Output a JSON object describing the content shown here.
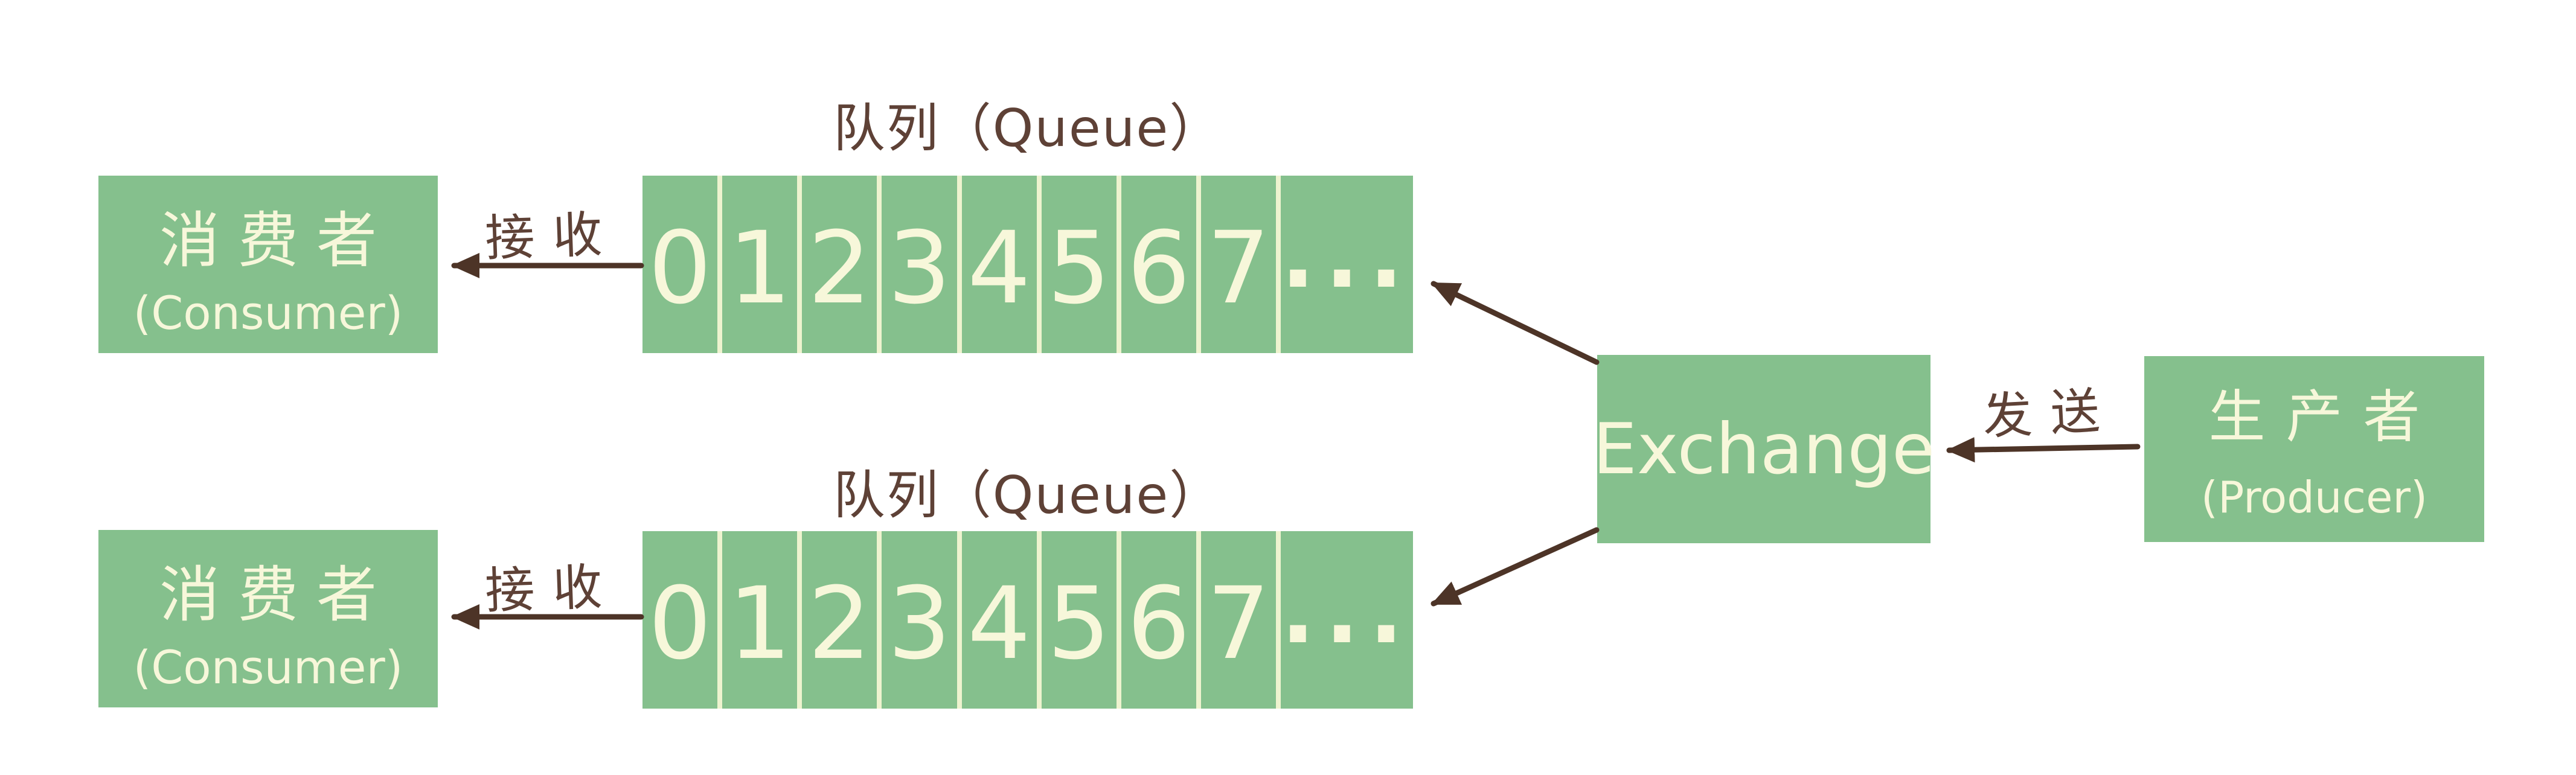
{
  "colors": {
    "green": "#85c08d",
    "cream": "#f7f7da",
    "divider": "#eef3cf",
    "label_brown": "#5e4136",
    "arrow_brown": "#4d3427",
    "bg": "#ffffff"
  },
  "consumer_top": {
    "title": "消费者",
    "subtitle": "(Consumer)"
  },
  "consumer_bottom": {
    "title": "消费者",
    "subtitle": "(Consumer)"
  },
  "queue_top": {
    "caption": "队列（Queue）",
    "cells": [
      "0",
      "1",
      "2",
      "3",
      "4",
      "5",
      "6",
      "7",
      "..."
    ]
  },
  "queue_bottom": {
    "caption": "队列（Queue）",
    "cells": [
      "0",
      "1",
      "2",
      "3",
      "4",
      "5",
      "6",
      "7",
      "..."
    ]
  },
  "exchange": {
    "label": "Exchange"
  },
  "producer": {
    "title": "生产者",
    "subtitle": "(Producer)"
  },
  "edges": {
    "receive_top": "接收",
    "receive_bottom": "接收",
    "send": "发送"
  }
}
